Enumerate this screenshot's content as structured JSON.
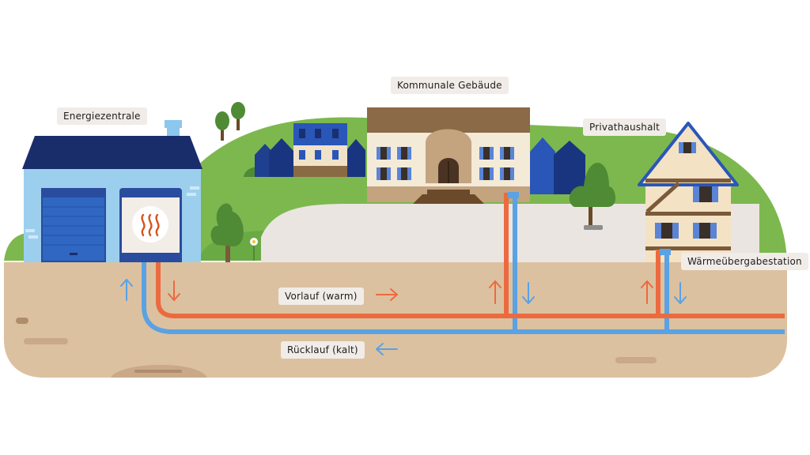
{
  "labels": {
    "energiezentrale": "Energiezentrale",
    "kommunale_gebaeude": "Kommunale Gebäude",
    "privathaushalt": "Privathaushalt",
    "waermeuebergabestation": "Wärmeübergabestation",
    "vorlauf": "Vorlauf (warm)",
    "ruecklauf": "Rücklauf (kalt)"
  },
  "colors": {
    "supply_warm": "#ec6a3f",
    "return_cold": "#5aa2e4",
    "ground": "#dcc1a0",
    "grass": "#7cb84e",
    "road": "#ebe5e1"
  },
  "icons": {
    "heat": "heat-waves-icon",
    "arrow": "arrow-icon"
  }
}
